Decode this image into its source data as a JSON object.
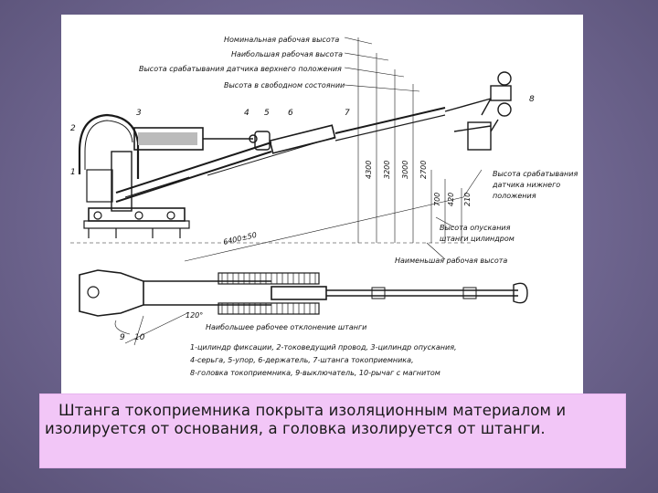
{
  "diagram": {
    "labels": {
      "nominal_height": "Номинальная рабочая высота",
      "max_height": "Наибольшая рабочая высота",
      "upper_sensor_height": "Высота срабатывания датчика верхнего положения",
      "free_height": "Высота в свободном состоянии",
      "lower_sensor_height": [
        "Высота срабатывания",
        "датчика нижнего",
        "положения"
      ],
      "lowering_height": [
        "Высота опускания",
        "штанги цилиндром"
      ],
      "min_height": "Наименьшая рабочая высота",
      "max_deviation": "Наибольшее рабочее отклонение штанги"
    },
    "dimensions": {
      "d4300": "4300",
      "d3200": "3200",
      "d3000": "3000",
      "d2700": "2700",
      "d700": "700",
      "d420": "420",
      "d210": "210",
      "length": "6400±50",
      "angle": "120°"
    },
    "part_numbers": [
      "1",
      "2",
      "3",
      "4",
      "5",
      "6",
      "7",
      "8",
      "9",
      "10"
    ],
    "legend": [
      "1-цилиндр фиксации, 2-токоведущий провод, 3-цилиндр опускания,",
      "4-серьга, 5-упор, 6-держатель, 7-штанга токоприемника,",
      "8-головка токоприемника, 9-выключатель, 10-рычаг с магнитом"
    ]
  },
  "caption": "Штанга токоприемника покрыта изоляционным материалом и изолируется от основания, а головка изолируется от штанги."
}
